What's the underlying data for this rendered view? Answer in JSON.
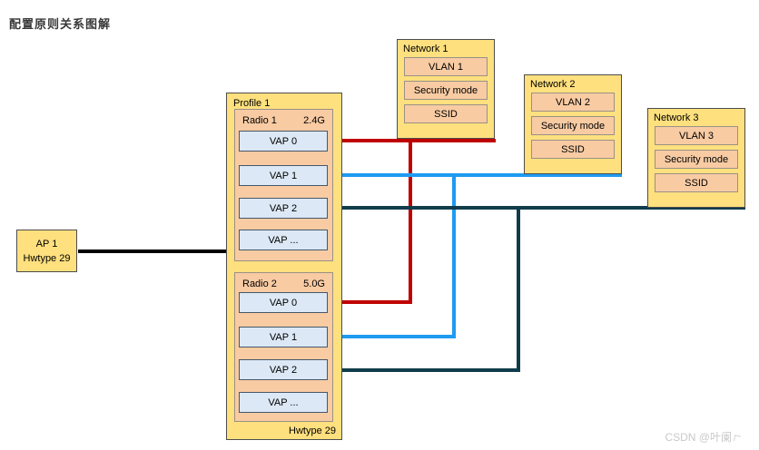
{
  "title": "配置原则关系图解",
  "watermark": {
    "text": "CSDN @叶阑"
  },
  "colors": {
    "yellow_fill": "#FFE07E",
    "yellow_border": "#4D4D4D",
    "peach_fill": "#F8CBA3",
    "peach_border": "#999186",
    "vap_fill": "#DCE8F5",
    "vap_border": "#46586A",
    "line_red": "#C00000",
    "line_blue": "#1E9BF0",
    "line_teal": "#103C4C",
    "line_black": "#000000"
  },
  "ap": {
    "label": "AP 1",
    "hwtype": "Hwtype 29"
  },
  "profile": {
    "label": "Profile 1",
    "hwtype_label": "Hwtype 29",
    "radios": [
      {
        "label": "Radio 1",
        "band": "2.4G",
        "vaps": [
          "VAP 0",
          "VAP 1",
          "VAP 2",
          "VAP ..."
        ]
      },
      {
        "label": "Radio 2",
        "band": "5.0G",
        "vaps": [
          "VAP 0",
          "VAP 1",
          "VAP 2",
          "VAP ..."
        ]
      }
    ]
  },
  "networks": [
    {
      "label": "Network 1",
      "items": [
        "VLAN 1",
        "Security mode",
        "SSID"
      ]
    },
    {
      "label": "Network 2",
      "items": [
        "VLAN 2",
        "Security mode",
        "SSID"
      ]
    },
    {
      "label": "Network 3",
      "items": [
        "VLAN 3",
        "Security mode",
        "SSID"
      ]
    }
  ],
  "connections": [
    {
      "from": "AP 1",
      "to": "Profile 1",
      "color": "#000000"
    },
    {
      "from": "Radio 1 VAP 0 + Radio 2 VAP 0",
      "to": "Network 1",
      "color": "#C00000"
    },
    {
      "from": "Radio 1 VAP 1 + Radio 2 VAP 1",
      "to": "Network 2",
      "color": "#1E9BF0"
    },
    {
      "from": "Radio 1 VAP 2 + Radio 2 VAP 2",
      "to": "Network 3",
      "color": "#103C4C"
    }
  ]
}
